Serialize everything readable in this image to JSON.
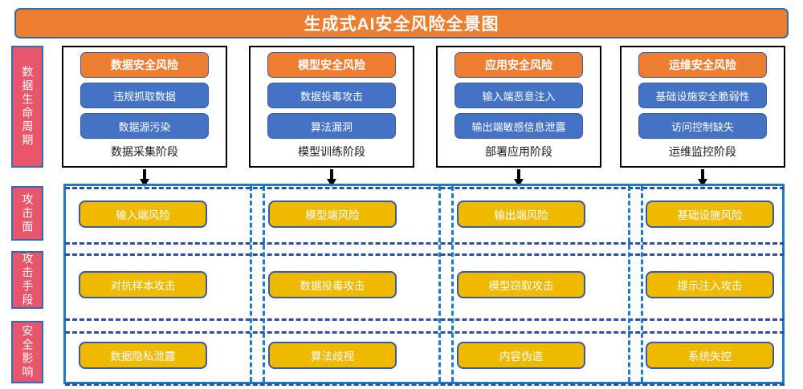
{
  "title": "生成式AI安全风险全景图",
  "row_labels": {
    "lifecycle": "数据生命周期",
    "attack_surface": "攻击面",
    "attack_method": "攻击手段",
    "security_impact": "安全影响"
  },
  "lifecycle_stages": [
    {
      "header": "数据安全风险",
      "items": [
        "违规抓取数据",
        "数据源污染"
      ],
      "footer": "数据采集阶段"
    },
    {
      "header": "模型安全风险",
      "items": [
        "数据投毒攻击",
        "算法漏洞"
      ],
      "footer": "模型训练阶段"
    },
    {
      "header": "应用安全风险",
      "items": [
        "输入端恶意注入",
        "输出端敏感信息泄露"
      ],
      "footer": "部署应用阶段"
    },
    {
      "header": "运维安全风险",
      "items": [
        "基础设施安全脆弱性",
        "访问控制缺失"
      ],
      "footer": "运维监控阶段"
    }
  ],
  "matrix": {
    "attack_surface": [
      "输入端风险",
      "模型端风险",
      "输出端风险",
      "基础设施风险"
    ],
    "attack_method": [
      "对抗样本攻击",
      "数据投毒攻击",
      "模型窃取攻击",
      "提示注入攻击"
    ],
    "security_impact": [
      "数据隐私泄露",
      "算法歧视",
      "内容伪造",
      "系统失控"
    ]
  },
  "colors": {
    "title_bg": "#ED7D31",
    "title_border": "#2E6DB4",
    "label_bg": "#E8566B",
    "chip_header": "#ED7D31",
    "chip_item": "#4472C4",
    "gold_cell": "#EFB900",
    "matrix_border": "#1F7BC1",
    "dashed_border": "#2E4FA0",
    "arrow": "#000000"
  }
}
